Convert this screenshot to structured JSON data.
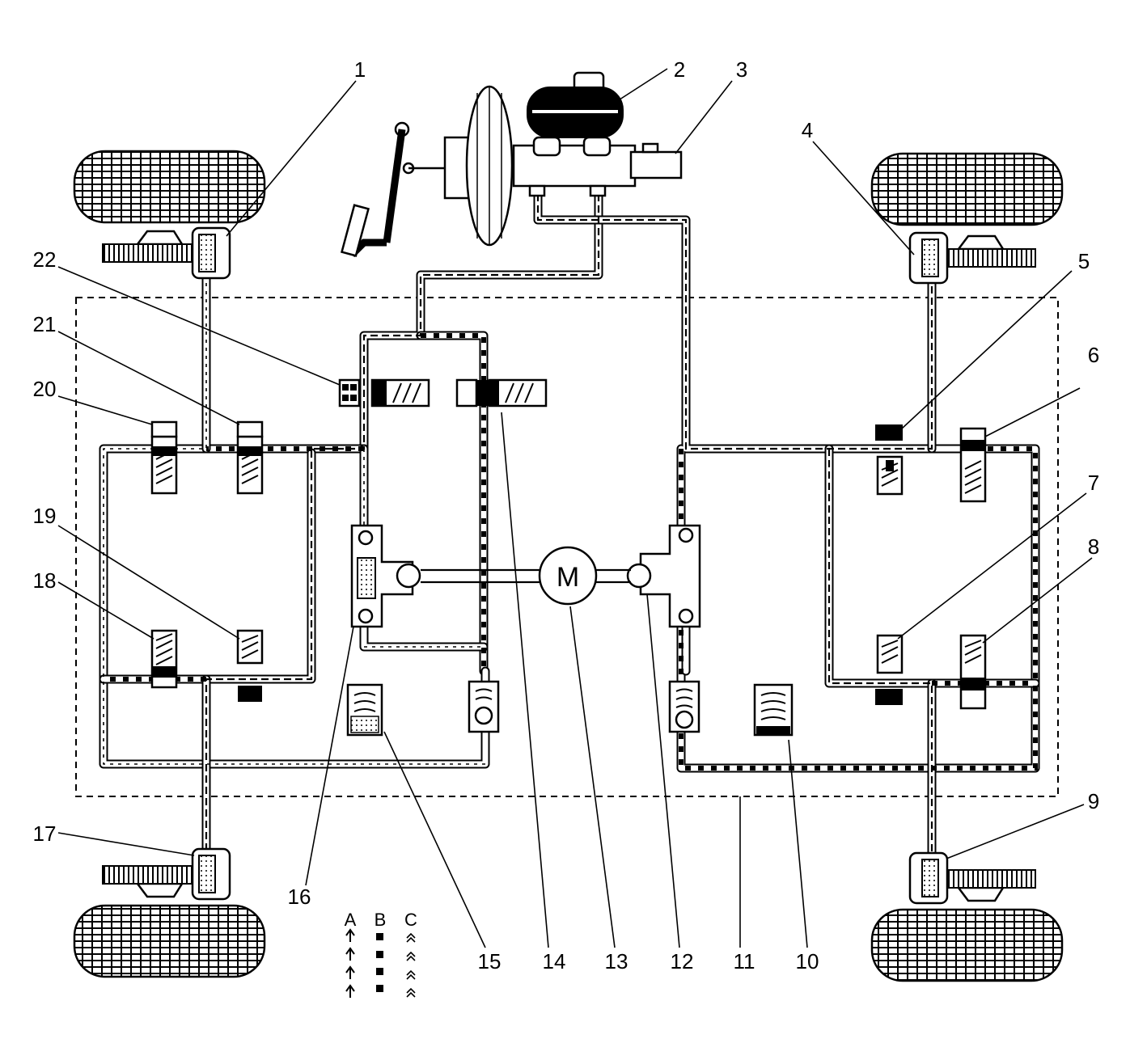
{
  "diagram": {
    "motor_label": "M",
    "callouts": [
      "1",
      "2",
      "3",
      "4",
      "5",
      "6",
      "7",
      "8",
      "9",
      "10",
      "11",
      "12",
      "13",
      "14",
      "15",
      "16",
      "17",
      "18",
      "19",
      "20",
      "21",
      "22"
    ],
    "legend": [
      {
        "letter": "A",
        "symbol": "arrow"
      },
      {
        "letter": "B",
        "symbol": "square"
      },
      {
        "letter": "C",
        "symbol": "chevron"
      }
    ]
  }
}
